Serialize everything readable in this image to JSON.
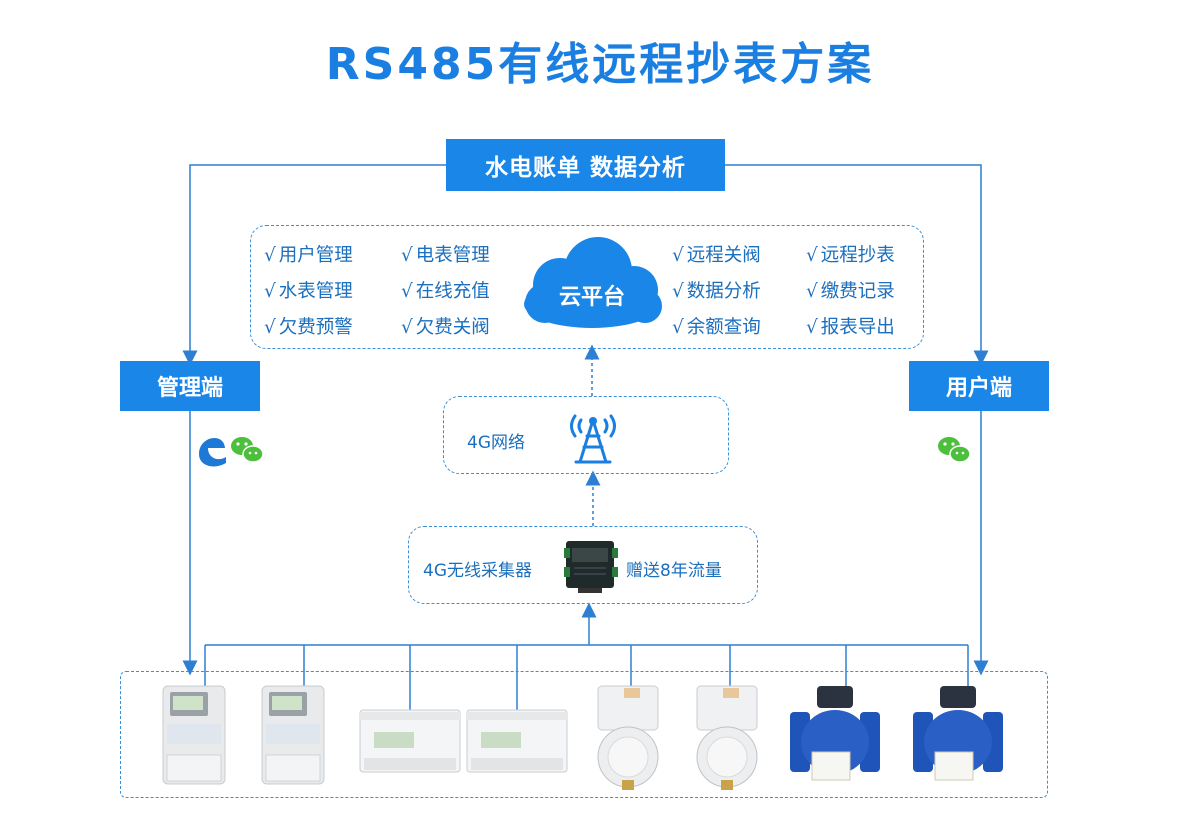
{
  "title": "RS485有线远程抄表方案",
  "billing_label": "水电账单 数据分析",
  "manager_label": "管理端",
  "user_label": "用户端",
  "cloud_label": "云平台",
  "check_mark": "√",
  "features_left": [
    [
      "用户管理",
      "电表管理"
    ],
    [
      "水表管理",
      "在线充值"
    ],
    [
      "欠费预警",
      "欠费关阀"
    ]
  ],
  "features_right": [
    [
      "远程关阀",
      "远程抄表"
    ],
    [
      "数据分析",
      "缴费记录"
    ],
    [
      "余额查询",
      "报表导出"
    ]
  ],
  "network_label": "4G网络",
  "collector_label": "4G无线采集器",
  "collector_extra": "赠送8年流量",
  "colors": {
    "primary": "#1a86e8",
    "line": "#2d7fd3",
    "dash": "#3a8fd9",
    "wechat": "#4cbf3c",
    "edge": "#1e78d6"
  },
  "icons": [
    "edge-browser-icon",
    "wechat-icon",
    "antenna-tower-icon",
    "cloud-icon",
    "collector-device-icon"
  ],
  "meters": [
    {
      "kind": "three-phase-electric-meter"
    },
    {
      "kind": "three-phase-electric-meter"
    },
    {
      "kind": "din-rail-electric-meter"
    },
    {
      "kind": "din-rail-electric-meter"
    },
    {
      "kind": "smart-water-meter"
    },
    {
      "kind": "smart-water-meter"
    },
    {
      "kind": "large-flange-water-meter"
    },
    {
      "kind": "large-flange-water-meter"
    }
  ]
}
